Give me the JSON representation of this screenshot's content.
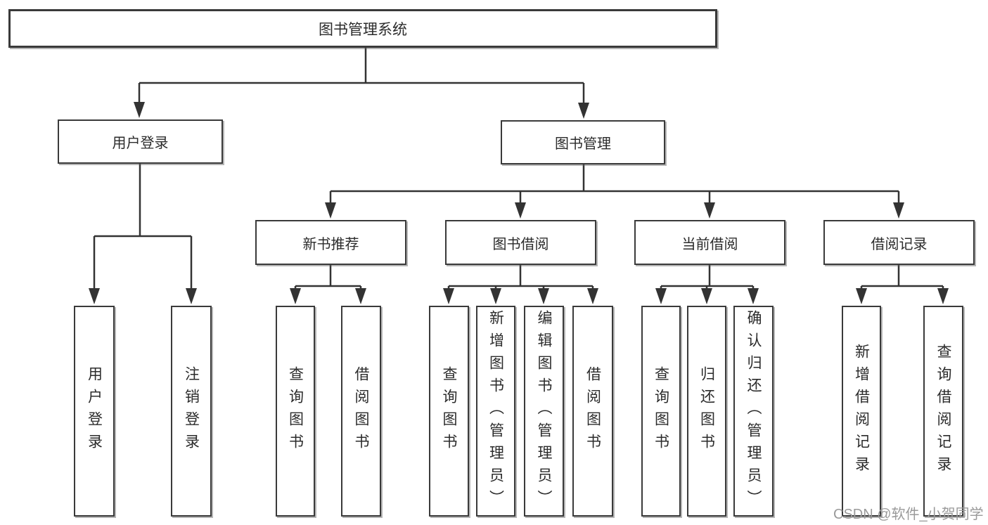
{
  "diagram": {
    "root": {
      "label": "图书管理系统",
      "children": [
        {
          "label": "用户登录",
          "children": [
            {
              "label": "用户登录"
            },
            {
              "label": "注销登录"
            }
          ]
        },
        {
          "label": "图书管理",
          "children": [
            {
              "label": "新书推荐",
              "children": [
                {
                  "label": "查询图书"
                },
                {
                  "label": "借阅图书"
                }
              ]
            },
            {
              "label": "图书借阅",
              "children": [
                {
                  "label": "查询图书"
                },
                {
                  "label": "新增图书（管理员）"
                },
                {
                  "label": "编辑图书（管理员）"
                },
                {
                  "label": "借阅图书"
                }
              ]
            },
            {
              "label": "当前借阅",
              "children": [
                {
                  "label": "查询图书"
                },
                {
                  "label": "归还图书"
                },
                {
                  "label": "确认归还（管理员）"
                }
              ]
            },
            {
              "label": "借阅记录",
              "children": [
                {
                  "label": "新增借阅记录"
                },
                {
                  "label": "查询借阅记录"
                }
              ]
            }
          ]
        }
      ]
    },
    "colors": {
      "line": "#333333",
      "box_border": "#3a3a3a",
      "text": "#2b2b2b",
      "watermark": "#9a9a9a",
      "background": "#ffffff"
    },
    "watermark": "CSDN @软件_小贺同学"
  }
}
